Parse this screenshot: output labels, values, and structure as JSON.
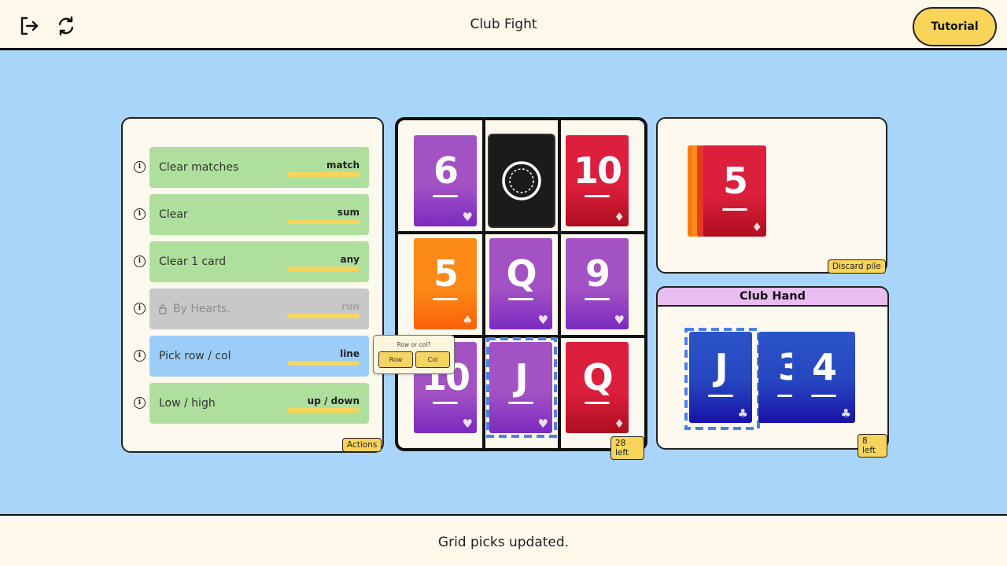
{
  "header": {
    "title": "Club Fight",
    "tutorial_label": "Tutorial"
  },
  "actions": {
    "tag": "Actions",
    "items": [
      {
        "label": "Clear matches",
        "tag": "match",
        "state": "enabled"
      },
      {
        "label": "Clear",
        "tag": "sum",
        "state": "enabled"
      },
      {
        "label": "Clear 1 card",
        "tag": "any",
        "state": "enabled"
      },
      {
        "label": "By Hearts.",
        "tag": "run",
        "state": "locked"
      },
      {
        "label": "Pick row / col",
        "tag": "line",
        "state": "selected"
      },
      {
        "label": "Low / high",
        "tag": "up / down",
        "state": "enabled"
      }
    ]
  },
  "grid": {
    "remaining": "28 left",
    "cards": [
      {
        "rank": "6",
        "suit": "♥",
        "color": "purple"
      },
      {
        "rank": "",
        "suit": "",
        "color": "back"
      },
      {
        "rank": "10",
        "suit": "♦",
        "color": "red"
      },
      {
        "rank": "5",
        "suit": "♠",
        "color": "orange"
      },
      {
        "rank": "Q",
        "suit": "♥",
        "color": "purple"
      },
      {
        "rank": "9",
        "suit": "♥",
        "color": "purple"
      },
      {
        "rank": "10",
        "suit": "♥",
        "color": "purple"
      },
      {
        "rank": "J",
        "suit": "♥",
        "color": "purple",
        "selected": true
      },
      {
        "rank": "Q",
        "suit": "♦",
        "color": "red"
      }
    ]
  },
  "popover": {
    "title": "Row or col?",
    "row_label": "Row",
    "col_label": "Col"
  },
  "discard": {
    "tag": "Discard pile",
    "top_card": {
      "rank": "5",
      "suit": "♦",
      "color": "red"
    }
  },
  "hand": {
    "title": "Club Hand",
    "remaining": "8 left",
    "cards": [
      {
        "rank": "J",
        "suit": "♣",
        "selected": true
      },
      {
        "rank": "3",
        "suit": "♣"
      },
      {
        "rank": "4",
        "suit": "♣"
      }
    ]
  },
  "footer": {
    "status": "Grid picks updated."
  },
  "colors": {
    "background": "#aad5fb",
    "panel": "#fdf9ee",
    "accent_yellow": "#f9d45b",
    "action_green": "#aedf9c",
    "action_blue": "#9ccdf9",
    "card_purple": "#a352c4",
    "card_red": "#dc1f3c",
    "card_orange": "#fb8a16",
    "card_blue": "#2546c0",
    "selection_dash": "#4f7fe6"
  },
  "icons": {
    "exit": "exit-icon",
    "restart": "restart-icon",
    "info": "info-icon",
    "lock": "lock-icon"
  }
}
